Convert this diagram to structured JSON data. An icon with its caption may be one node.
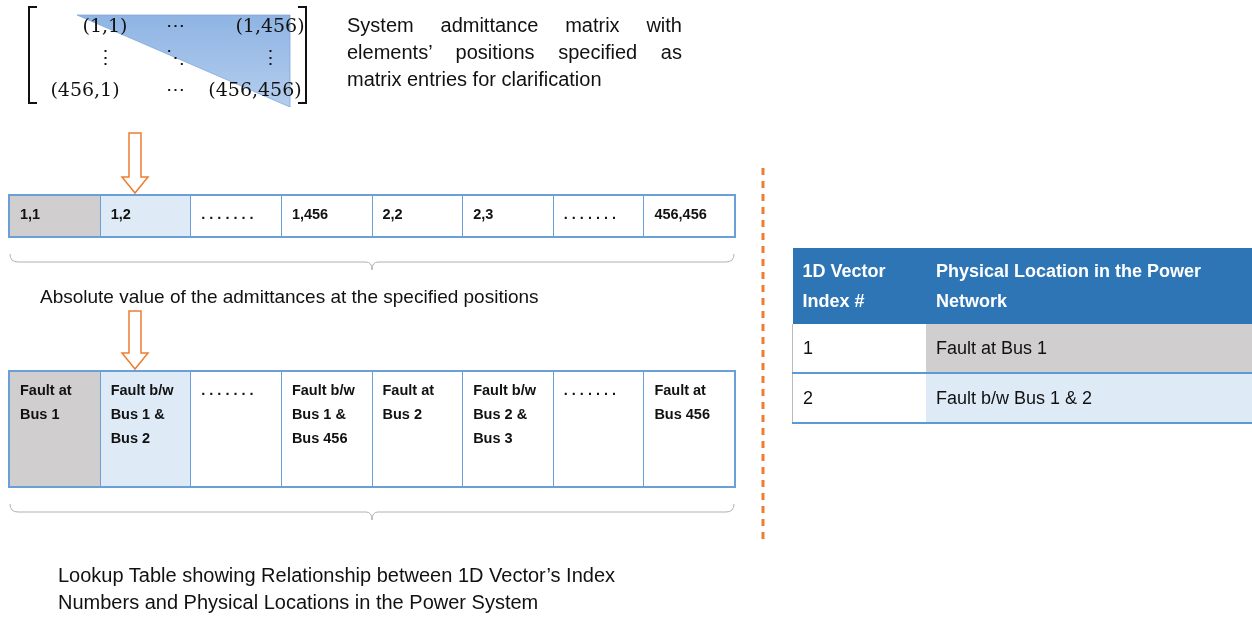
{
  "diagram": {
    "nodes": [
      {
        "text": [
          "(1,1)",
          "⋯",
          "(1,456)",
          "⋮",
          "⋱",
          "⋮",
          "(456,1)",
          "⋯",
          "(456,456)"
        ],
        "beside": [
          "System admittance matrix with elements’ positions specified as matrix entries for clarification"
        ]
      },
      {
        "text": [],
        "shape": "bar"
      },
      {
        "text": [
          "1,1"
        ],
        "in": 1
      },
      {
        "text": [
          "1,2"
        ],
        "in": 1
      },
      {
        "text": [
          ". . . . . . ."
        ],
        "in": 1
      },
      {
        "text": [
          "1,456"
        ],
        "in": 1
      },
      {
        "text": [
          "2,2"
        ],
        "in": 1
      },
      {
        "text": [
          "2,3"
        ],
        "in": 1
      },
      {
        "text": [
          ". . . . . . ."
        ],
        "in": 1
      },
      {
        "text": [
          "456,456"
        ],
        "in": 1
      },
      {
        "text": [
          "Absolute value of the admittances at the specified positions"
        ]
      },
      {
        "text": [],
        "shape": "bar"
      },
      {
        "text": [
          "Fault at Bus 1"
        ],
        "in": 11
      },
      {
        "text": [
          "Fault b/w Bus 1 & Bus 2"
        ],
        "in": 11
      },
      {
        "text": [
          ". . . . . . ."
        ],
        "in": 11
      },
      {
        "text": [
          "Fault b/w Bus 1 & Bus 456"
        ],
        "in": 11
      },
      {
        "text": [
          "Fault at Bus 2"
        ],
        "in": 11
      },
      {
        "text": [
          "Fault b/w Bus 2 & Bus 3"
        ],
        "in": 11
      },
      {
        "text": [
          ". . . . . . ."
        ],
        "in": 11
      },
      {
        "text": [
          "Fault at Bus 456"
        ],
        "in": 11
      }
    ],
    "edges": [
      {
        "from": 0,
        "to": 1,
        "arrow": "to"
      },
      {
        "from": 10,
        "to": 11,
        "arrow": "to"
      }
    ],
    "labels": [
      "Lookup Table showing Relationship between 1D Vector’s Index Numbers and Physical Locations in the Power System",
      "1D Vector Index #",
      "Physical Location in the Power Network",
      "1",
      "Fault at Bus 1",
      "2",
      "Fault b/w Bus 1 & 2"
    ]
  }
}
